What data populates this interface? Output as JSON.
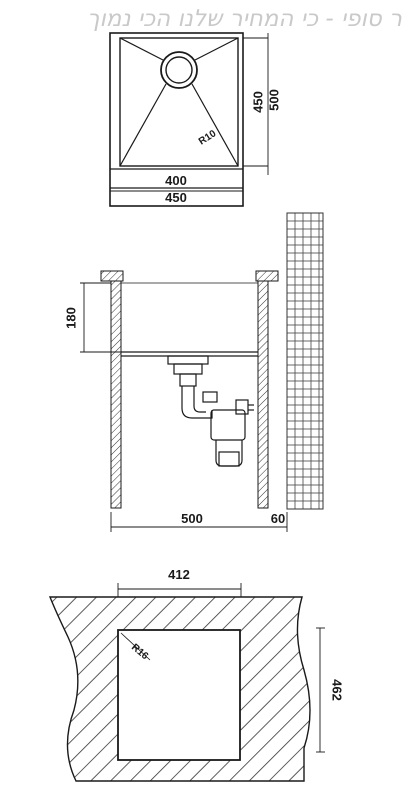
{
  "watermark": "ר סופי - כי המחיר שלנו הכי נמוך",
  "top_view": {
    "width_inner": "400",
    "width_outer": "450",
    "depth_inner": "450",
    "depth_outer": "500",
    "corner_radius": "R10"
  },
  "side_view": {
    "bowl_depth": "180",
    "cabinet_width": "500",
    "wall_gap": "60"
  },
  "cutout_view": {
    "cut_width": "412",
    "cut_depth": "462",
    "corner_radius": "R16"
  }
}
